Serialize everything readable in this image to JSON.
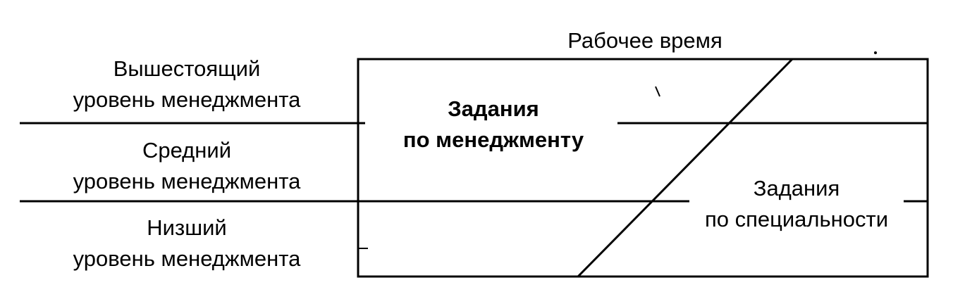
{
  "header": {
    "title": "Рабочее время"
  },
  "levels": [
    {
      "line1": "Вышестоящий",
      "line2": "уровень менеджмента"
    },
    {
      "line1": "Средний",
      "line2": "уровень менеджмента"
    },
    {
      "line1": "Низший",
      "line2": "уровень менеджмента"
    }
  ],
  "regions": {
    "management_tasks": {
      "line1": "Задания",
      "line2": "по менеджменту"
    },
    "specialty_tasks": {
      "line1": "Задания",
      "line2": "по специальности"
    }
  },
  "colors": {
    "ink": "#000000",
    "background": "#ffffff"
  }
}
